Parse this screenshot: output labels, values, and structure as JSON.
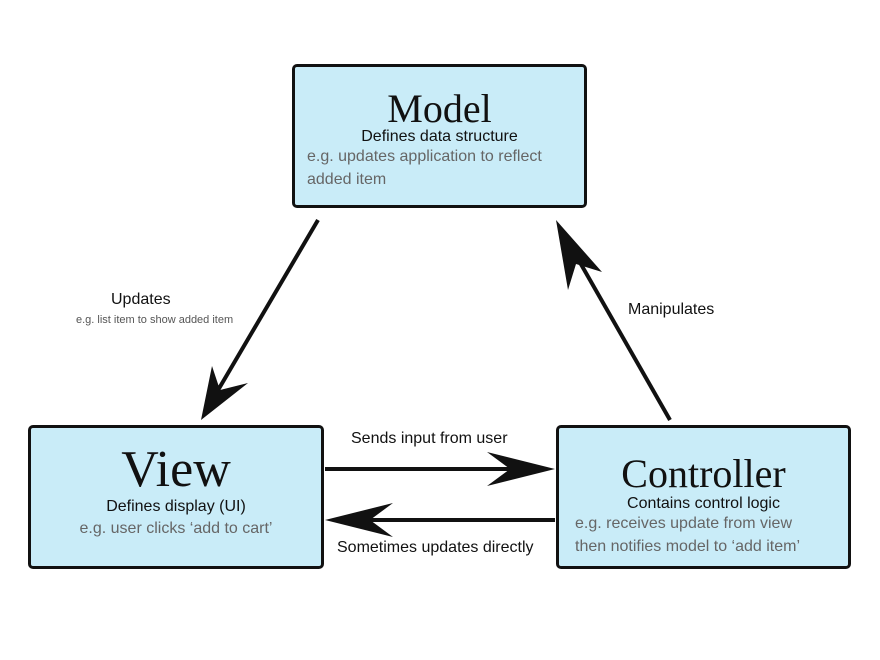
{
  "model": {
    "title": "Model",
    "subtitle": "Defines data structure",
    "example_line1": "e.g. updates application to reflect",
    "example_line2": "added item"
  },
  "view": {
    "title": "View",
    "subtitle": "Defines display (UI)",
    "example": "e.g. user clicks ‘add to cart’"
  },
  "controller": {
    "title": "Controller",
    "subtitle": "Contains control logic",
    "example_line1": "e.g. receives update from view",
    "example_line2": "then notifies model to ‘add item’"
  },
  "edges": {
    "updates_label": "Updates",
    "updates_note": "e.g. list item to show added item",
    "manipulates_label": "Manipulates",
    "sends_input_label": "Sends input from user",
    "sometimes_updates_label": "Sometimes updates directly"
  },
  "colors": {
    "box_fill": "#c9ecf8",
    "box_border": "#111111",
    "example_text": "#666666",
    "arrow": "#111111"
  }
}
